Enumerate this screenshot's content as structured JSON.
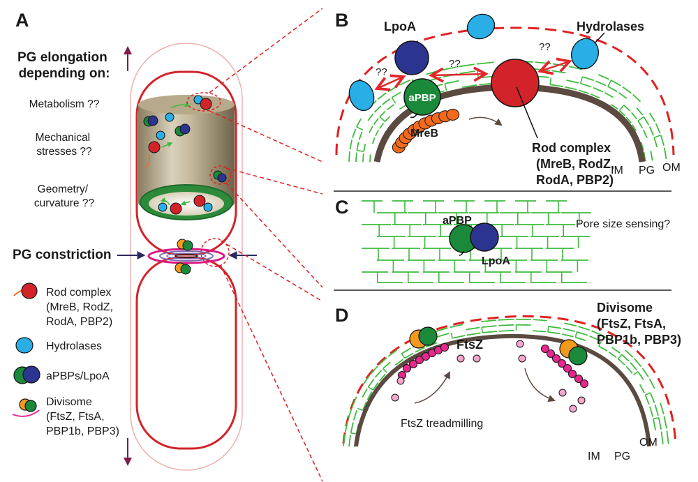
{
  "panels": {
    "a": {
      "letter": "A",
      "elongation_title": [
        "PG elongation",
        "depending on:"
      ],
      "factors": [
        [
          "Metabolism ??"
        ],
        [
          "Mechanical",
          "stresses ??"
        ],
        [
          "Geometry/",
          "curvature ??"
        ]
      ],
      "constriction_title": "PG constriction",
      "legend": [
        {
          "key": "rod",
          "lines": [
            "Rod complex",
            "(MreB, RodZ,",
            "RodA, PBP2)"
          ]
        },
        {
          "key": "hydrolases",
          "lines": [
            "Hydrolases"
          ]
        },
        {
          "key": "apbp",
          "lines": [
            "aPBPs/LpoA"
          ]
        },
        {
          "key": "divisome",
          "lines": [
            "Divisome",
            "(FtsZ, FtsA,",
            "PBP1b, PBP3)"
          ]
        }
      ]
    },
    "b": {
      "letter": "B",
      "lpoa": "LpoA",
      "hydrolases": "Hydrolases",
      "apbp": "aPBP",
      "mreb": "MreB",
      "unknown": "??",
      "rod_complex": [
        "Rod complex",
        "(MreB, RodZ,",
        "RodA, PBP2)"
      ],
      "im": "IM",
      "pg": "PG",
      "om": "OM"
    },
    "c": {
      "letter": "C",
      "apbp": "aPBP",
      "lpoa": "LpoA",
      "pore": "Pore size sensing?"
    },
    "d": {
      "letter": "D",
      "ftsz": "FtsZ",
      "divisome": [
        "Divisome",
        "(FtsZ, FtsA,",
        "PBP1b, PBP3)"
      ],
      "treadmilling": "FtsZ treadmilling",
      "im": "IM",
      "pg": "PG",
      "om": "OM"
    }
  },
  "colors": {
    "rod": "#d2232a",
    "hydrolase": "#29aee6",
    "apbp": "#1a8a3a",
    "lpoa": "#2b3590",
    "divisome_orange": "#f39a1e",
    "ftsz_pink": "#e8278f",
    "ftsz_light": "#f4a6cc",
    "mreb": "#f26b1d",
    "pg_green": "#3dbb3d",
    "membrane": "#5a4a40",
    "om_red": "#e02020",
    "arrow_red": "#e3262b",
    "axis_purple": "#7a1f4a"
  }
}
